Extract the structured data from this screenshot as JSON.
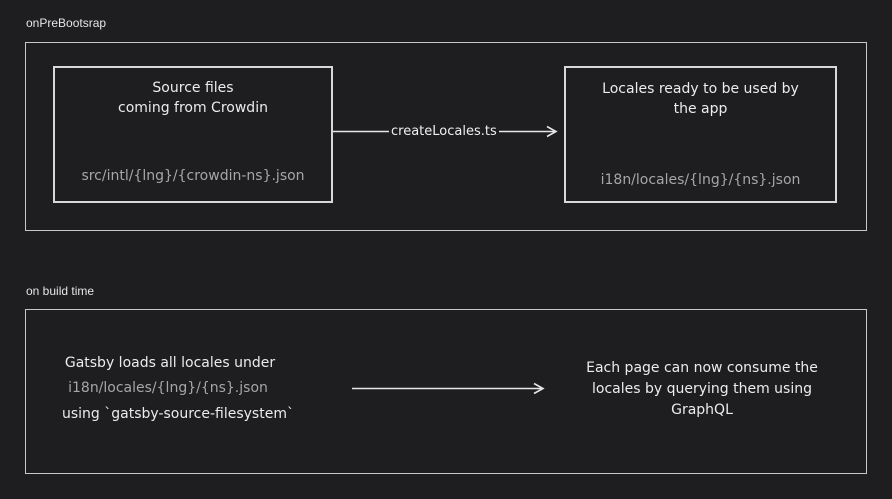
{
  "sections": [
    {
      "label": "onPreBootsrap",
      "source_node": {
        "title_lines": [
          "Source files",
          "coming from Crowdin"
        ],
        "path": "src/intl/{lng}/{crowdin-ns}.json"
      },
      "edge_label": "createLocales.ts",
      "target_node": {
        "title_lines": [
          "Locales ready to be used by",
          "the app"
        ],
        "path": "i18n/locales/{lng}/{ns}.json"
      }
    },
    {
      "label": "on build time",
      "left_text": {
        "line1": "Gatsby loads all locales under",
        "path": "i18n/locales/{lng}/{ns}.json",
        "line3": "using `gatsby-source-filesystem`"
      },
      "right_text": {
        "lines": [
          "Each page can now consume the",
          "locales by querying them using",
          "GraphQL"
        ]
      }
    }
  ],
  "colors": {
    "background": "#1e1e21",
    "stroke": "#d8d8d8",
    "muted_text": "#a6a6a6"
  }
}
